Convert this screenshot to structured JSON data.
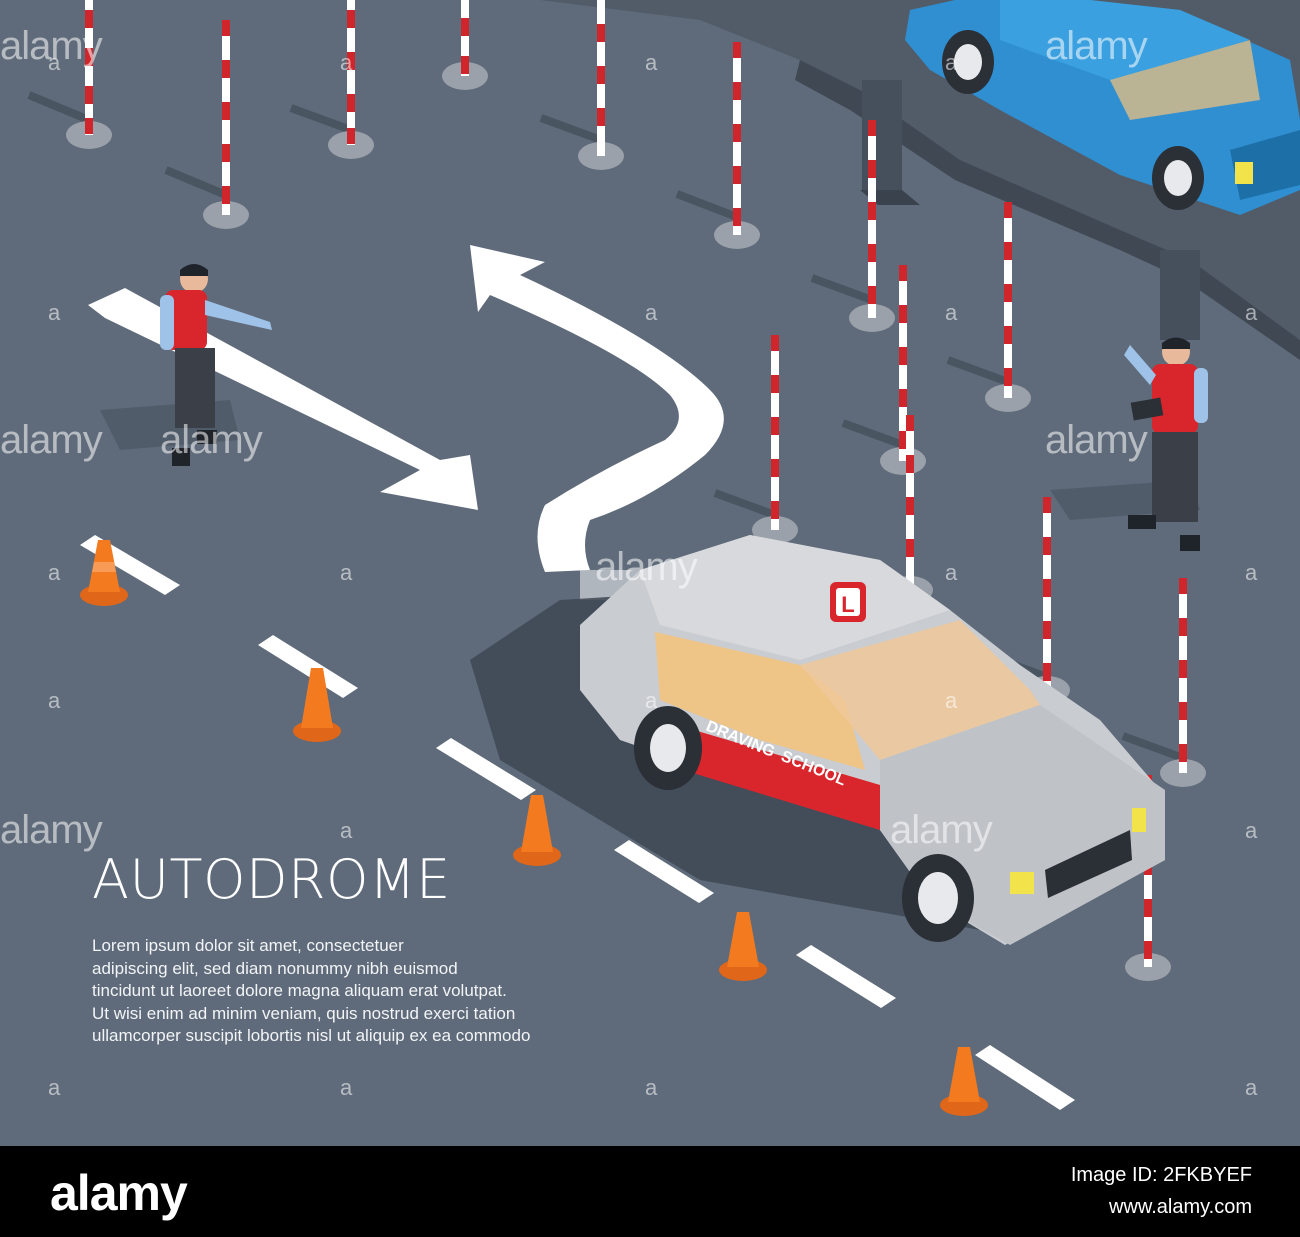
{
  "illustration": {
    "title": "AUTODROME",
    "body_lines": [
      "Lorem ipsum dolor sit amet, consectetuer",
      "adipiscing elit, sed diam nonummy nibh euismod",
      "tincidunt ut laoreet dolore magna aliquam erat volutpat.",
      "Ut wisi enim ad minim veniam, quis nostrud exerci tation",
      "ullamcorper suscipit lobortis nisl ut aliquip ex ea commodo"
    ],
    "car_sign_letter": "L",
    "car_door_text_1": "DRAVING",
    "car_door_text_2": "SCHOOL"
  },
  "watermark": {
    "text": "alamy",
    "plus": "a"
  },
  "footer": {
    "brand": "alamy",
    "image_id": "Image ID: 2FKBYEF",
    "site": "www.alamy.com"
  },
  "colors": {
    "ground": "#5f6b7a",
    "road_markings": "#ffffff",
    "cone": "#f47a1f",
    "pole_red": "#d0252a",
    "car_silver": "#c9ccd1",
    "car_blue": "#2f8fd1",
    "instructor_vest": "#d8262c"
  }
}
